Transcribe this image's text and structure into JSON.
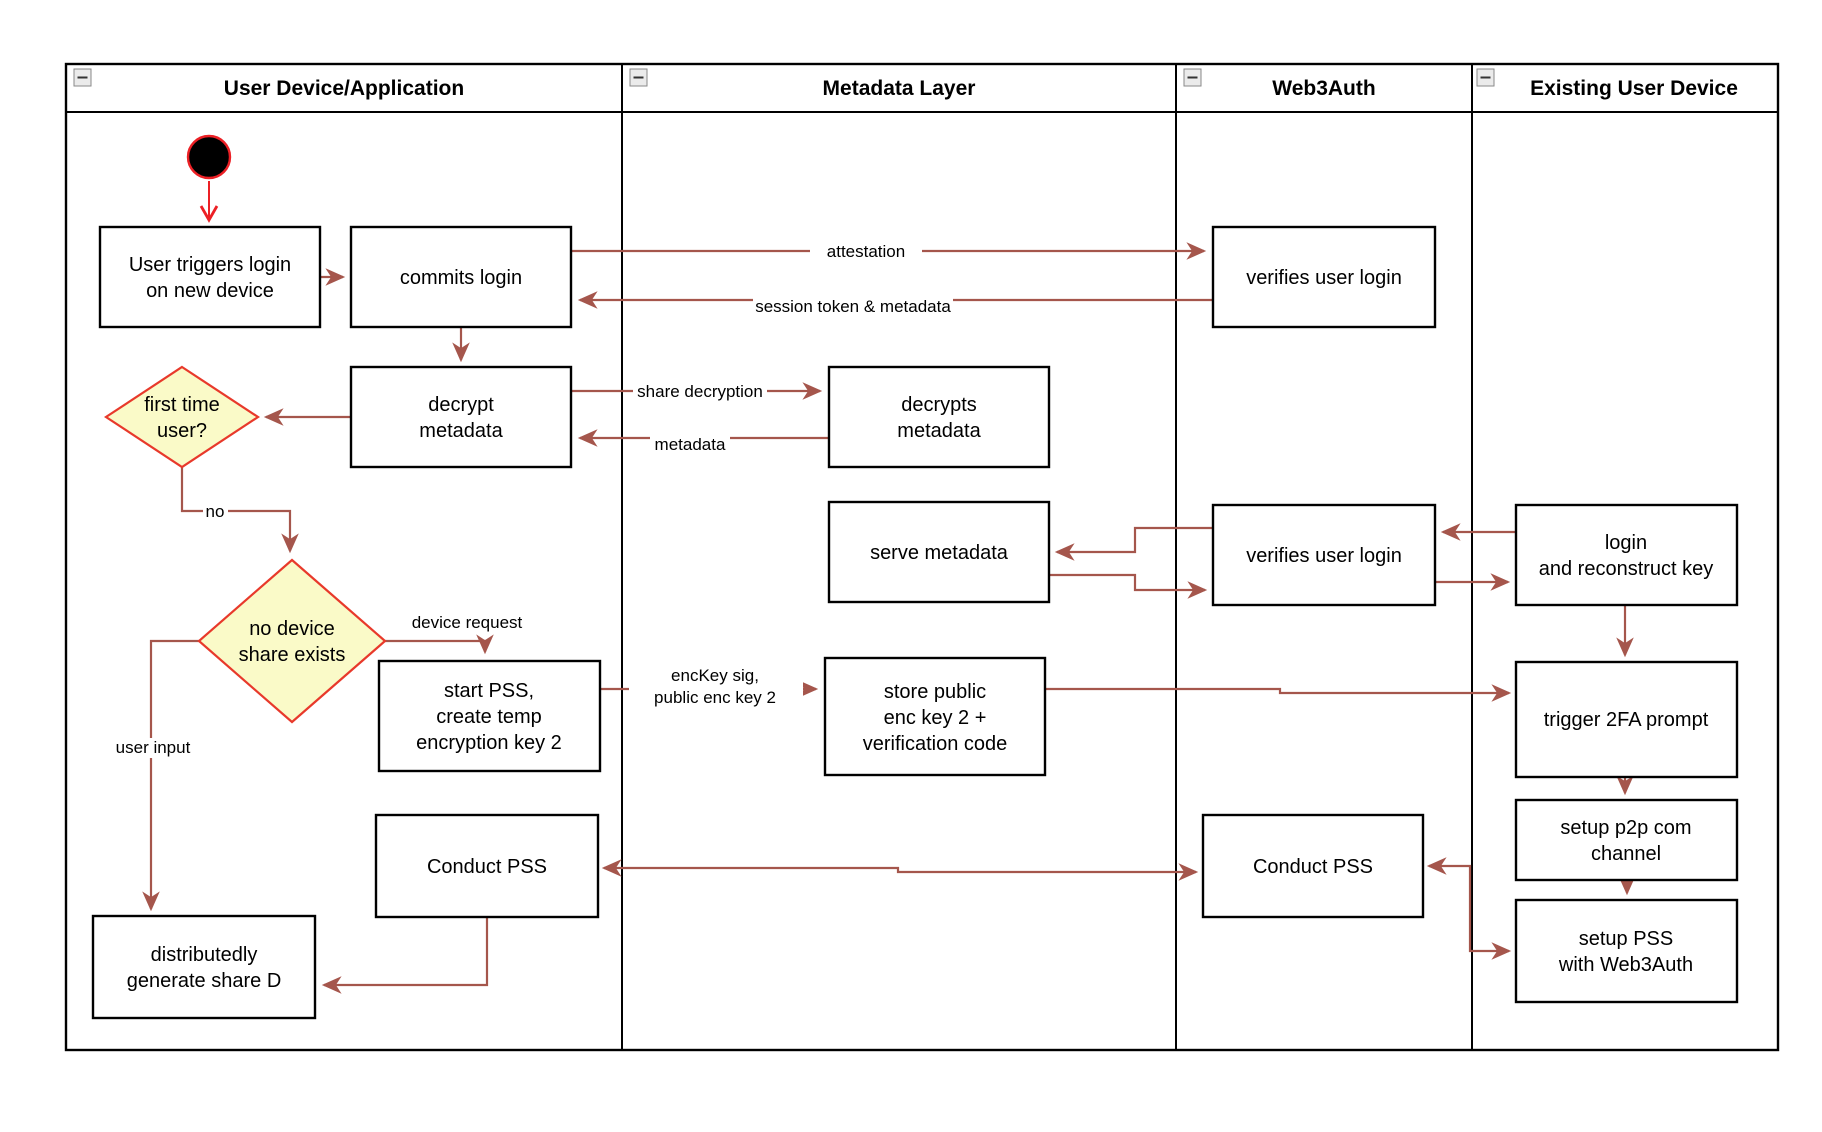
{
  "lanes": [
    {
      "label": "User Device/Application"
    },
    {
      "label": "Metadata Layer"
    },
    {
      "label": "Web3Auth"
    },
    {
      "label": "Existing User Device"
    }
  ],
  "nodes": {
    "user_triggers": {
      "line1": "User triggers login",
      "line2": "on new device"
    },
    "commits_login": {
      "line1": "commits login"
    },
    "verifies_login_1": {
      "line1": "verifies user login"
    },
    "decrypt_metadata": {
      "line1": "decrypt",
      "line2": "metadata"
    },
    "decrypts_metadata": {
      "line1": "decrypts",
      "line2": "metadata"
    },
    "serve_metadata": {
      "line1": "serve metadata"
    },
    "verifies_login_2": {
      "line1": "verifies user login"
    },
    "login_reconstruct": {
      "line1": "login",
      "line2": "and reconstruct key"
    },
    "start_pss": {
      "line1": "start PSS,",
      "line2": "create temp",
      "line3": "encryption key 2"
    },
    "store_public": {
      "line1": "store public",
      "line2": "enc key 2 +",
      "line3": "verification code"
    },
    "trigger_2fa": {
      "line1": "trigger 2FA prompt"
    },
    "setup_p2p": {
      "line1": "setup p2p com",
      "line2": "channel"
    },
    "setup_pss": {
      "line1": "setup PSS",
      "line2": "with Web3Auth"
    },
    "conduct_pss_left": {
      "line1": "Conduct PSS"
    },
    "conduct_pss_w3a": {
      "line1": "Conduct PSS"
    },
    "generate_share": {
      "line1": "distributedly",
      "line2": "generate share D"
    }
  },
  "decisions": {
    "first_time": {
      "line1": "first time",
      "line2": "user?"
    },
    "no_device": {
      "line1": "no device",
      "line2": "share exists"
    }
  },
  "edge_labels": {
    "attestation": "attestation",
    "session_token": "session token & metadata",
    "share_decryption": "share decryption",
    "metadata": "metadata",
    "no": "no",
    "device_request": "device request",
    "user_input": "user input",
    "enckey_line1": "encKey sig,",
    "enckey_line2": "public enc key 2"
  },
  "colors": {
    "edge_arrow": "#A5564C",
    "accent_red": "#EC2025",
    "decision_fill": "#FAFAC8",
    "decision_border": "#E8392B",
    "node_border": "#000000",
    "node_fill": "#FFFFFF"
  }
}
